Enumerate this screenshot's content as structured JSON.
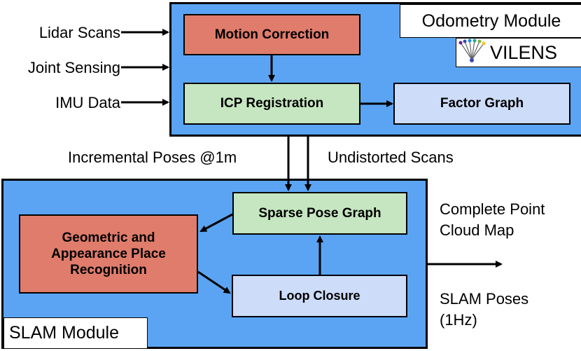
{
  "modules": {
    "odometry": {
      "title": "Odometry Module",
      "logo_text": "VILENS"
    },
    "slam": {
      "title": "SLAM Module"
    }
  },
  "nodes": {
    "motion_correction": "Motion Correction",
    "icp_registration": "ICP Registration",
    "factor_graph": "Factor Graph",
    "sparse_pose_graph": "Sparse Pose Graph",
    "place_recognition_1": "Geometric and",
    "place_recognition_2": "Appearance Place",
    "place_recognition_3": "Recognition",
    "loop_closure": "Loop Closure"
  },
  "inputs": [
    "Lidar Scans",
    "Joint Sensing",
    "IMU Data"
  ],
  "links": {
    "incremental_poses": "Incremental Poses @1m",
    "undistorted_scans": "Undistorted Scans"
  },
  "outputs": {
    "map_1": "Complete Point",
    "map_2": "Cloud Map",
    "poses_1": "SLAM Poses",
    "poses_2": "(1Hz)"
  },
  "colors": {
    "module_fill": "#5ba4f3",
    "red_node": "#e07c6b",
    "green_node": "#c5e6c0",
    "blue_node": "#cddcf8"
  }
}
